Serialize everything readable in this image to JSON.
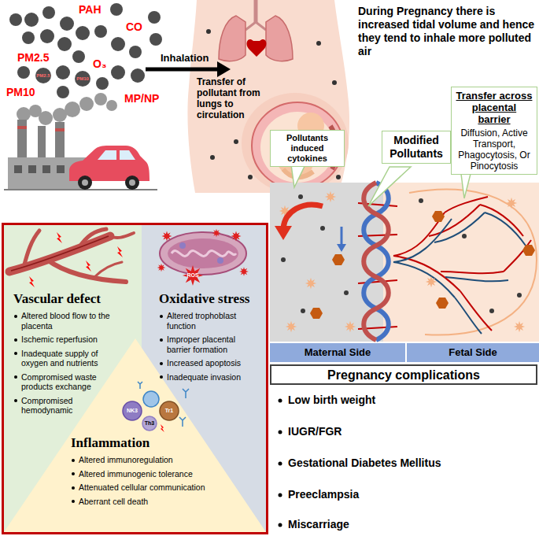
{
  "diagram": {
    "nodes": [
      {
        "text": [
          "Pollutants induced cytokines"
        ]
      },
      {
        "text": [
          "Modified Pollutants"
        ]
      },
      {
        "text": [
          "Transfer across placental barrier",
          "Diffusion, Active Transport, Phagocytosis, Or Pinocytosis"
        ]
      },
      {
        "text": [
          "Maternal Side"
        ]
      },
      {
        "text": [
          "Fetal Side"
        ]
      },
      {
        "text": [
          "Pregnancy complications"
        ]
      },
      {
        "text": [
          "Vascular defect",
          "Altered blood flow to the placenta",
          "Ischemic reperfusion",
          "Inadequate supply of oxygen and nutrients",
          "Compromised waste products exchange",
          "Compromised hemodynamic"
        ]
      },
      {
        "text": [
          "Oxidative stress",
          "Altered trophoblast function",
          "Improper placental barrier formation",
          "Increased apoptosis",
          "Inadequate invasion"
        ]
      },
      {
        "text": [
          "Inflammation",
          "Altered immunoregulation",
          "Altered immunogenic tolerance",
          "Attenuated cellular communication",
          "Aberrant cell death"
        ]
      }
    ],
    "labels": [
      "PAH",
      "CO",
      "PM2.5",
      "O₃",
      "PM10",
      "MP/NP",
      "PM2.5",
      "PM10",
      "Inhalation",
      "Transfer of pollutant from lungs to circulation",
      "During Pregnancy there is increased tidal volume and hence they tend to inhale more polluted air",
      "ROS",
      "NK3",
      "Th3",
      "Tr1",
      "Low birth weight",
      "IUGR/FGR",
      "Gestational Diabetes Mellitus",
      "Preeclampsia",
      "Miscarriage"
    ]
  }
}
